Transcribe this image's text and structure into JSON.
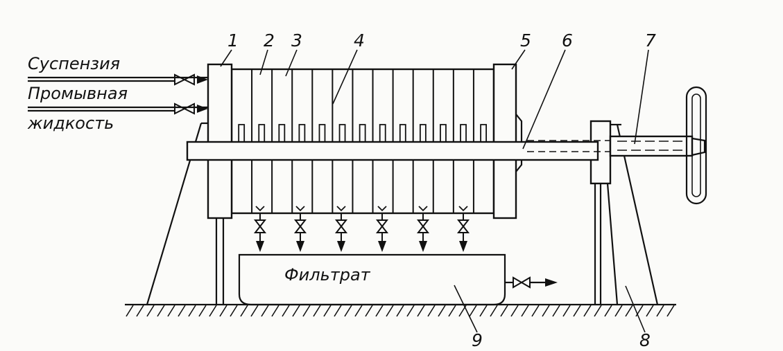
{
  "labels": {
    "suspension": "Суспензия",
    "wash_line1": "Промывная",
    "wash_line2": "жидкость",
    "filtrate": "Фильтрат"
  },
  "numbers": {
    "n1": "1",
    "n2": "2",
    "n3": "3",
    "n4": "4",
    "n5": "5",
    "n6": "6",
    "n7": "7",
    "n8": "8",
    "n9": "9"
  },
  "colors": {
    "ink": "#111111",
    "paper": "#fbfbf9"
  }
}
